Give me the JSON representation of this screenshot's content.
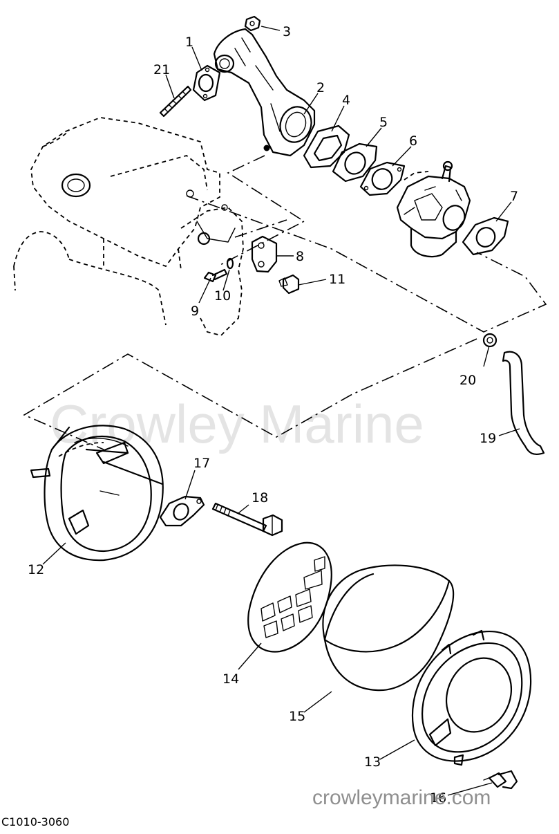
{
  "diagram": {
    "callouts": [
      {
        "id": "c1",
        "label": "1"
      },
      {
        "id": "c2",
        "label": "2"
      },
      {
        "id": "c3",
        "label": "3"
      },
      {
        "id": "c4",
        "label": "4"
      },
      {
        "id": "c5",
        "label": "5"
      },
      {
        "id": "c6",
        "label": "6"
      },
      {
        "id": "c7",
        "label": "7"
      },
      {
        "id": "c8",
        "label": "8"
      },
      {
        "id": "c9",
        "label": "9"
      },
      {
        "id": "c10",
        "label": "10"
      },
      {
        "id": "c11",
        "label": "11"
      },
      {
        "id": "c12",
        "label": "12"
      },
      {
        "id": "c13",
        "label": "13"
      },
      {
        "id": "c14",
        "label": "14"
      },
      {
        "id": "c15",
        "label": "15"
      },
      {
        "id": "c16",
        "label": "16"
      },
      {
        "id": "c17",
        "label": "17"
      },
      {
        "id": "c18",
        "label": "18"
      },
      {
        "id": "c19",
        "label": "19"
      },
      {
        "id": "c20",
        "label": "20"
      },
      {
        "id": "c21",
        "label": "21"
      }
    ],
    "drawing_code": "C1010-3060"
  },
  "watermarks": {
    "center": "Crowley Marine",
    "corner": "crowleymarine.com"
  }
}
